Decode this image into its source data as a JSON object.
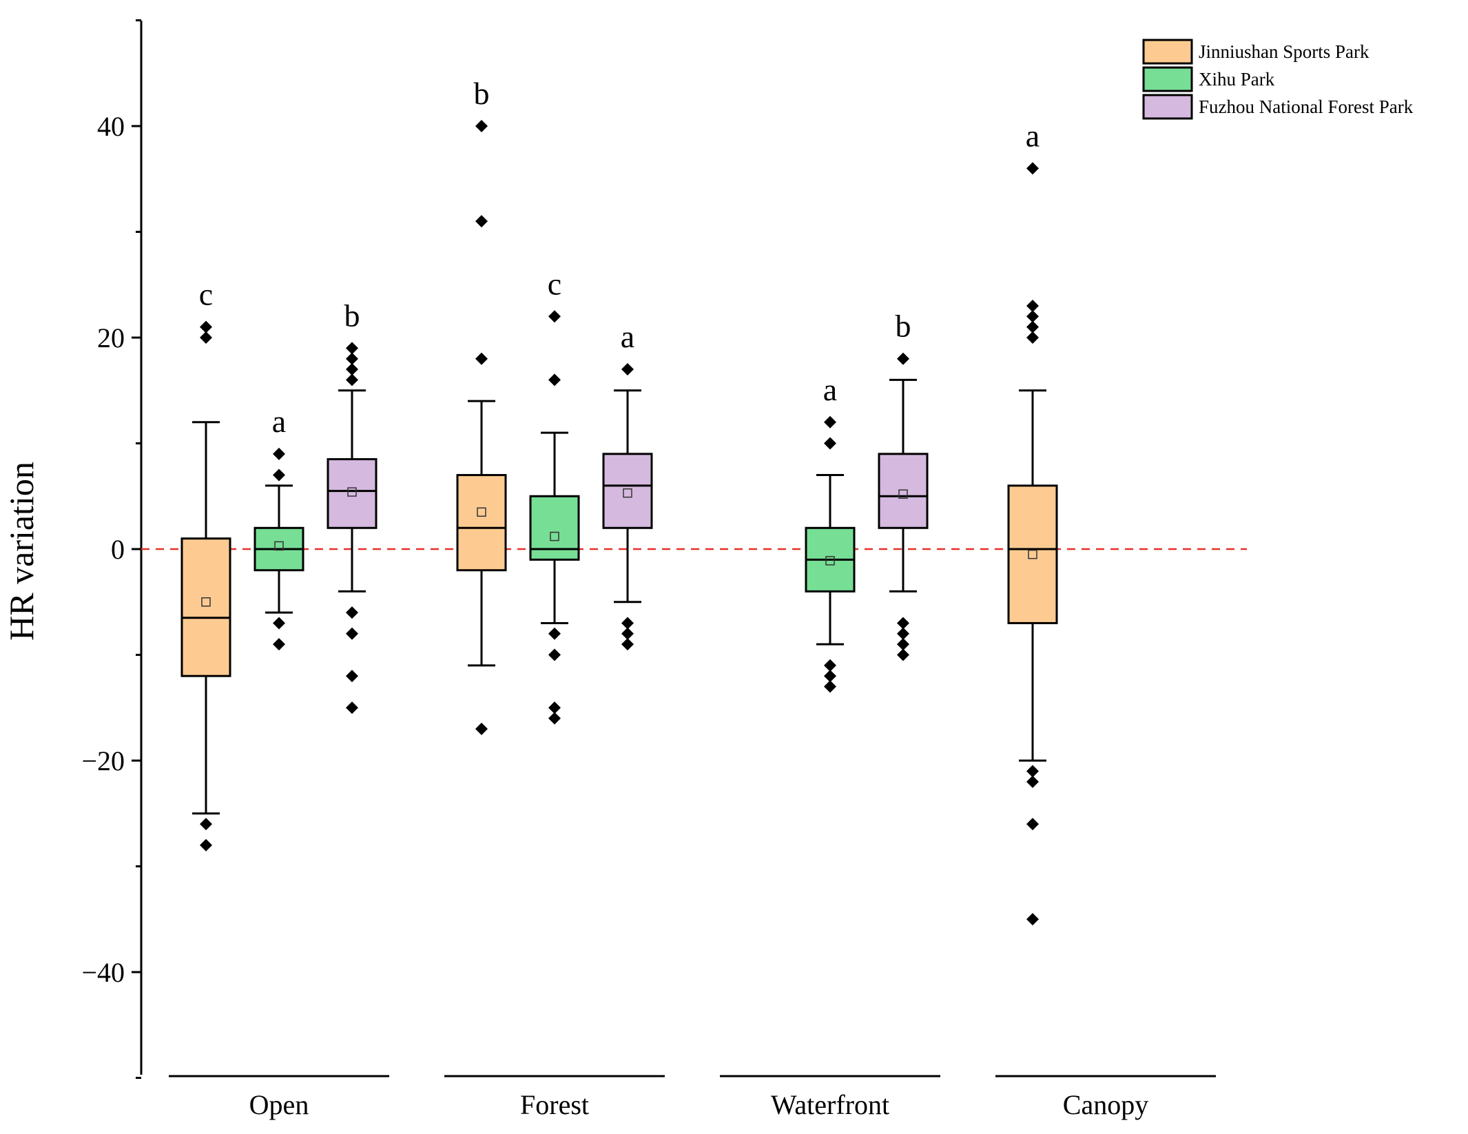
{
  "chart_data": {
    "type": "box",
    "title": "",
    "xlabel": "",
    "ylabel": "HR variation",
    "ylim": [
      -50,
      50
    ],
    "yticks": [
      -40,
      -20,
      0,
      20,
      40
    ],
    "ytick_labels": [
      "−40",
      "−20",
      "0",
      "20",
      "40"
    ],
    "reference_line": {
      "y": 0,
      "style": "dashed",
      "color": "#e8302a"
    },
    "legend_position": "top-right",
    "categories": [
      "Open",
      "Forest",
      "Waterfront",
      "Canopy"
    ],
    "series": [
      {
        "name": "Jinniushan Sports Park",
        "color": "#fdcb92"
      },
      {
        "name": "Xihu Park",
        "color": "#77de95"
      },
      {
        "name": "Fuzhou National Forest Park",
        "color": "#d5b9de"
      }
    ],
    "boxes": [
      {
        "category": "Open",
        "series": "Jinniushan Sports Park",
        "whisker_low": -25,
        "q1": -12,
        "median": -6.5,
        "q3": 1,
        "whisker_high": 12,
        "mean": -5,
        "outliers": [
          20,
          21,
          -26,
          -28
        ],
        "letter": "c"
      },
      {
        "category": "Open",
        "series": "Xihu Park",
        "whisker_low": -6,
        "q1": -2,
        "median": 0,
        "q3": 2,
        "whisker_high": 6,
        "mean": 0.3,
        "outliers": [
          7,
          9,
          -7,
          -9
        ],
        "letter": "a"
      },
      {
        "category": "Open",
        "series": "Fuzhou National Forest Park",
        "whisker_low": -4,
        "q1": 2,
        "median": 5.5,
        "q3": 8.5,
        "whisker_high": 15,
        "mean": 5.4,
        "outliers": [
          16,
          17,
          18,
          19,
          -6,
          -8,
          -12,
          -15
        ],
        "letter": "b"
      },
      {
        "category": "Forest",
        "series": "Jinniushan Sports Park",
        "whisker_low": -11,
        "q1": -2,
        "median": 2,
        "q3": 7,
        "whisker_high": 14,
        "mean": 3.5,
        "outliers": [
          18,
          31,
          40,
          -17
        ],
        "letter": "b"
      },
      {
        "category": "Forest",
        "series": "Xihu Park",
        "whisker_low": -7,
        "q1": -1,
        "median": 0,
        "q3": 5,
        "whisker_high": 11,
        "mean": 1.2,
        "outliers": [
          16,
          22,
          -8,
          -10,
          -15,
          -16
        ],
        "letter": "c"
      },
      {
        "category": "Forest",
        "series": "Fuzhou National Forest Park",
        "whisker_low": -5,
        "q1": 2,
        "median": 6,
        "q3": 9,
        "whisker_high": 15,
        "mean": 5.3,
        "outliers": [
          17,
          -7,
          -8,
          -9
        ],
        "letter": "a"
      },
      {
        "category": "Waterfront",
        "series": "Xihu Park",
        "whisker_low": -9,
        "q1": -4,
        "median": -1,
        "q3": 2,
        "whisker_high": 7,
        "mean": -1.1,
        "outliers": [
          10,
          12,
          -11,
          -12,
          -13
        ],
        "letter": "a"
      },
      {
        "category": "Waterfront",
        "series": "Fuzhou National Forest Park",
        "whisker_low": -4,
        "q1": 2,
        "median": 5,
        "q3": 9,
        "whisker_high": 16,
        "mean": 5.2,
        "outliers": [
          18,
          -7,
          -8,
          -9,
          -10
        ],
        "letter": "b"
      },
      {
        "category": "Canopy",
        "series": "Jinniushan Sports Park",
        "whisker_low": -20,
        "q1": -7,
        "median": 0,
        "q3": 6,
        "whisker_high": 15,
        "mean": -0.5,
        "outliers": [
          20,
          21,
          22,
          23,
          36,
          -21,
          -22,
          -26,
          -35
        ],
        "letter": "a"
      }
    ]
  }
}
